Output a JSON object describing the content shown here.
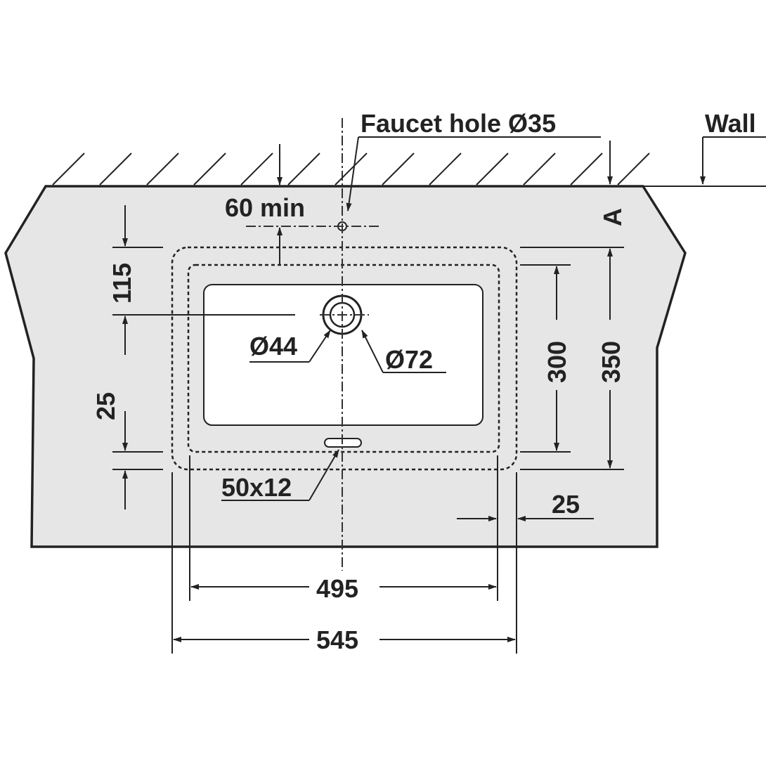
{
  "labels": {
    "faucet_hole": "Faucet hole Ø35",
    "wall": "Wall",
    "section_marker": "A",
    "min_distance": "60 min",
    "dim_115": "115",
    "dim_25_left": "25",
    "drain_inner": "Ø44",
    "drain_outer": "Ø72",
    "overflow": "50x12",
    "dim_300": "300",
    "dim_350": "350",
    "dim_25_right": "25",
    "dim_495": "495",
    "dim_545": "545"
  },
  "colors": {
    "countertop": "#e6e6e6",
    "basin": "#ffffff",
    "line": "#222222"
  }
}
